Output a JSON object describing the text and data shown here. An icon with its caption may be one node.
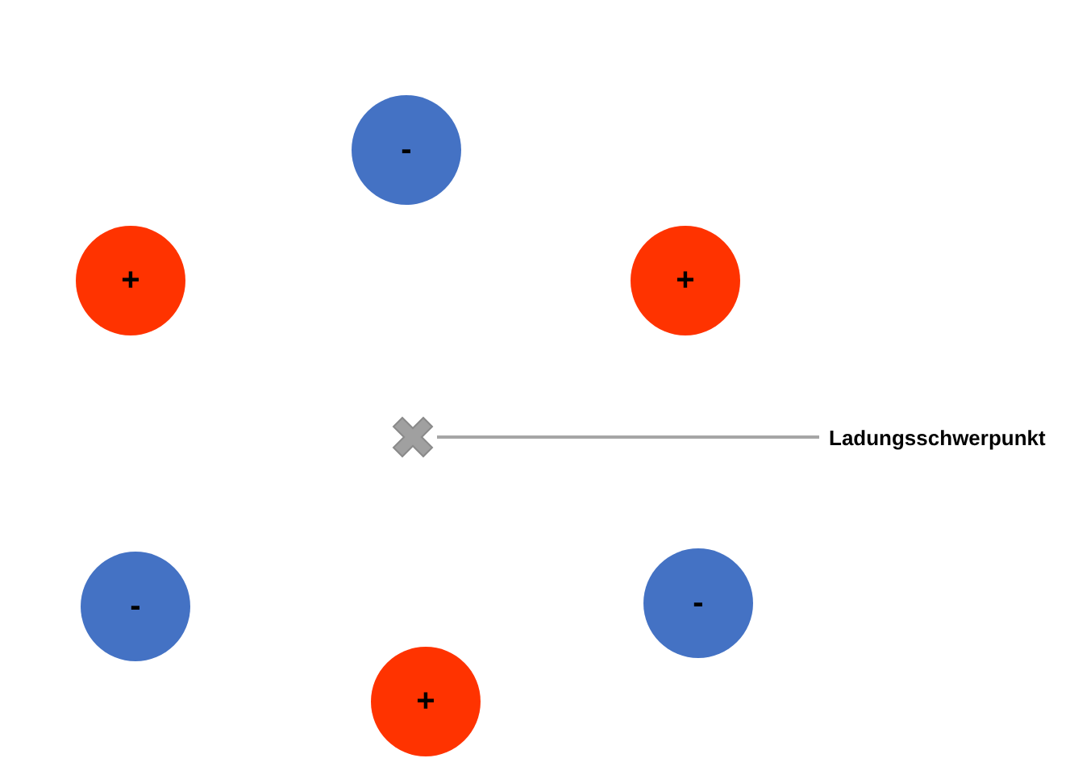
{
  "diagram": {
    "nodes": [
      {
        "text": [
          "-"
        ]
      },
      {
        "text": [
          "+"
        ]
      },
      {
        "text": [
          "+"
        ]
      },
      {
        "text": [],
        "shape": "cross"
      },
      {
        "text": [
          "Ladungsschwerpunkt"
        ]
      },
      {
        "text": [
          "-"
        ]
      },
      {
        "text": [
          "-"
        ]
      },
      {
        "text": [
          "+"
        ]
      }
    ],
    "edges": [
      {
        "from": 4,
        "to": 3,
        "arrow": "none"
      }
    ]
  }
}
